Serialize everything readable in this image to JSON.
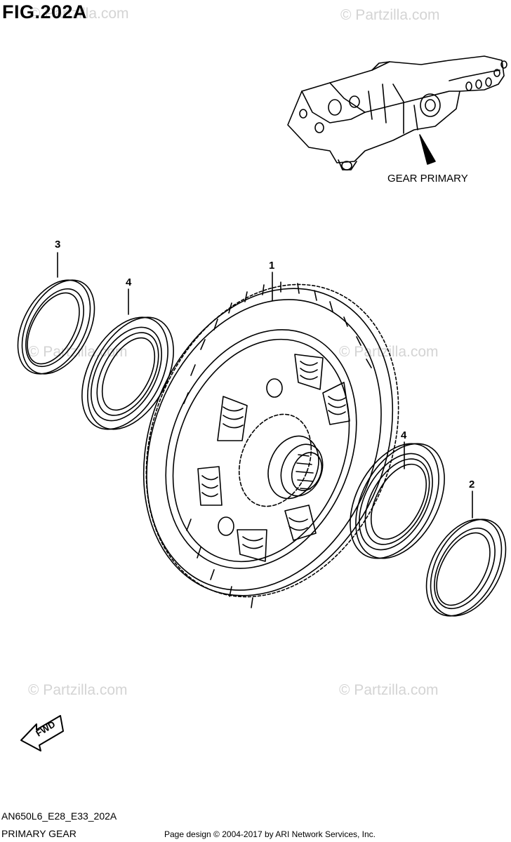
{
  "figure": {
    "title": "FIG.202A",
    "inset_label": "GEAR PRIMARY",
    "model_code": "AN650L6_E28_E33_202A",
    "footer_title": "PRIMARY GEAR",
    "direction_label": "FWD"
  },
  "callouts": [
    {
      "id": "1",
      "part": "primary-driven-gear"
    },
    {
      "id": "2",
      "part": "oil-seal-right"
    },
    {
      "id": "3",
      "part": "oil-seal-left"
    },
    {
      "id": "4",
      "part": "bearing-left"
    },
    {
      "id": "4",
      "part": "bearing-right"
    }
  ],
  "watermarks": [
    "© Partzilla.com",
    "© Partzilla.com",
    "© Partzilla.com",
    "© Partzilla.com",
    "© Partzilla.com",
    "© Partzilla.com"
  ],
  "copyright": "Page design © 2004-2017 by ARI Network Services, Inc.",
  "colors": {
    "line": "#000000",
    "watermark": "#d4d4d4",
    "background": "#ffffff"
  }
}
